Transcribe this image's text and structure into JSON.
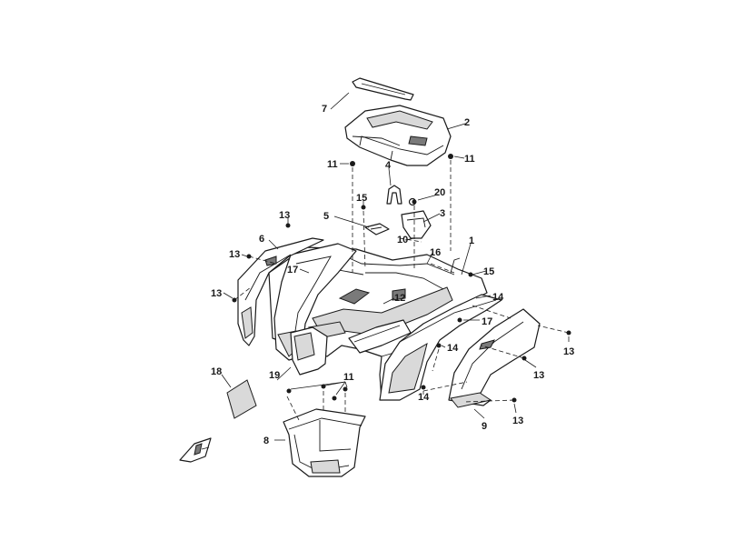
{
  "callouts": {
    "c1": "1",
    "c2": "2",
    "c3": "3",
    "c4": "4",
    "c5": "5",
    "c6": "6",
    "c7": "7",
    "c8": "8",
    "c9": "9",
    "c10": "10",
    "c11": "11",
    "c12": "12",
    "c13": "13",
    "c14": "14",
    "c15": "15",
    "c16": "16",
    "c17": "17",
    "c18": "18",
    "c19": "19",
    "c20": "20"
  },
  "icons": {
    "direction": "direction-arrow-icon"
  }
}
